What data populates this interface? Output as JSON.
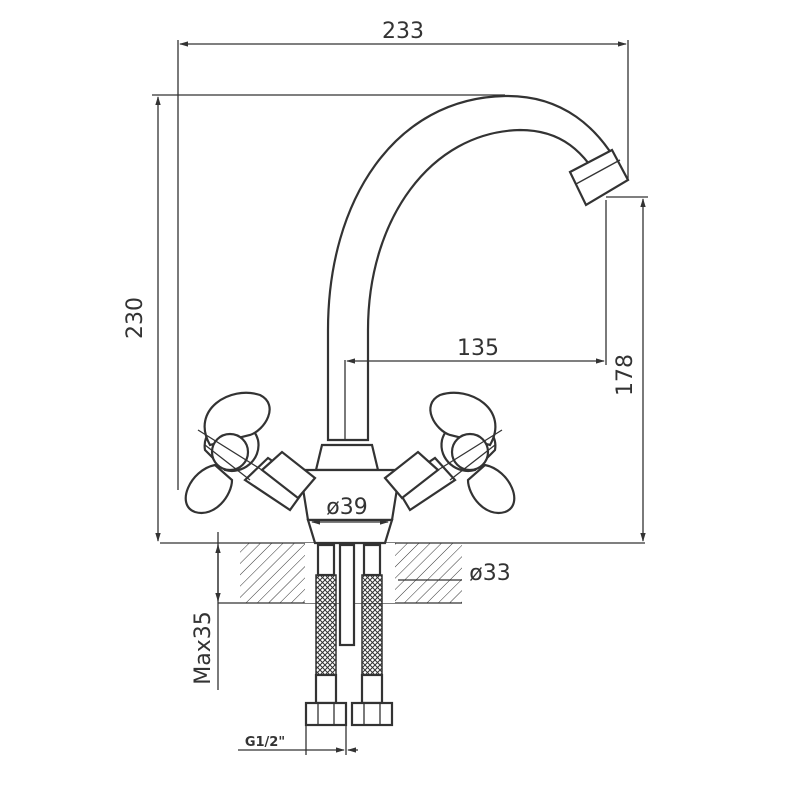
{
  "dimensions": {
    "total_width": "233",
    "total_height": "230",
    "spout_reach": "135",
    "spout_height": "178",
    "base_diameter": "ø39",
    "mount_hole_diameter": "ø33",
    "max_counter_thickness": "Max35",
    "connection_thread": "G1/2\""
  },
  "colors": {
    "line": "#333333",
    "background": "#ffffff"
  }
}
